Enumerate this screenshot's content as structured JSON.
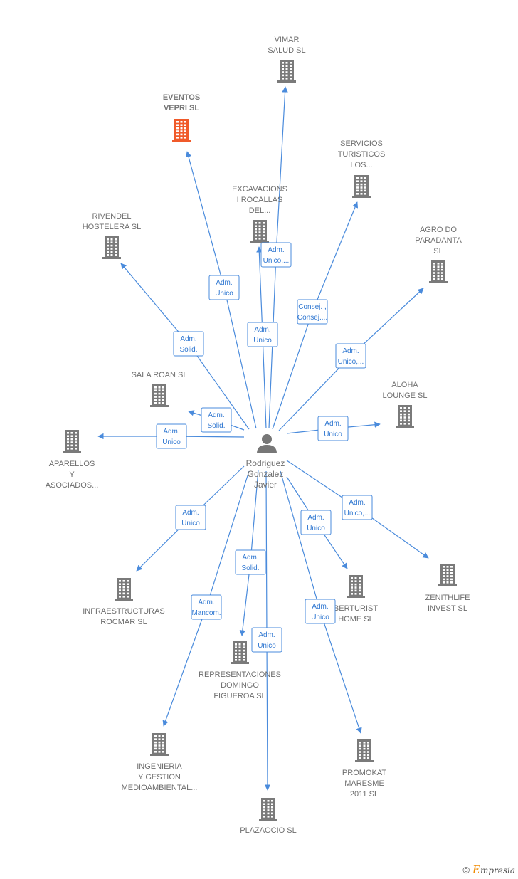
{
  "center": {
    "name_lines": [
      "Rodriguez",
      "Gonzalez",
      "Javier"
    ],
    "icon": "person-icon"
  },
  "colors": {
    "edge": "#4a8bdc",
    "building": "#7a7a7a",
    "highlight_building": "#f05a2a"
  },
  "nodes": [
    {
      "id": "vimar",
      "lines": [
        "VIMAR",
        "SALUD  SL"
      ],
      "highlight": false,
      "icon": "building-icon"
    },
    {
      "id": "eventos",
      "lines": [
        "EVENTOS",
        "VEPRI  SL"
      ],
      "highlight": true,
      "icon": "building-icon"
    },
    {
      "id": "servicios",
      "lines": [
        "SERVICIOS",
        "TURISTICOS",
        "LOS..."
      ],
      "highlight": false,
      "icon": "building-icon"
    },
    {
      "id": "excavacions",
      "lines": [
        "EXCAVACIONS",
        "I ROCALLAS",
        "DEL..."
      ],
      "highlight": false,
      "icon": "building-icon"
    },
    {
      "id": "rivendel",
      "lines": [
        "RIVENDEL",
        "HOSTELERA SL"
      ],
      "highlight": false,
      "icon": "building-icon"
    },
    {
      "id": "agro",
      "lines": [
        "AGRO DO",
        "PARADANTA",
        "SL"
      ],
      "highlight": false,
      "icon": "building-icon"
    },
    {
      "id": "salaroan",
      "lines": [
        "SALA ROAN  SL"
      ],
      "highlight": false,
      "icon": "building-icon"
    },
    {
      "id": "aloha",
      "lines": [
        "ALOHA",
        "LOUNGE  SL"
      ],
      "highlight": false,
      "icon": "building-icon"
    },
    {
      "id": "aparellos",
      "lines": [
        "APARELLOS",
        "Y",
        "ASOCIADOS..."
      ],
      "highlight": false,
      "icon": "building-icon"
    },
    {
      "id": "infra",
      "lines": [
        "INFRAESTRUCTURAS",
        "ROCMAR  SL"
      ],
      "highlight": false,
      "icon": "building-icon"
    },
    {
      "id": "berturist",
      "lines": [
        "BERTURIST",
        "HOME  SL"
      ],
      "highlight": false,
      "icon": "building-icon"
    },
    {
      "id": "zenithlife",
      "lines": [
        "ZENITHLIFE",
        "INVEST  SL"
      ],
      "highlight": false,
      "icon": "building-icon"
    },
    {
      "id": "representaciones",
      "lines": [
        "REPRESENTACIONES",
        "DOMINGO",
        "FIGUEROA  SL"
      ],
      "highlight": false,
      "icon": "building-icon"
    },
    {
      "id": "ingenieria",
      "lines": [
        "INGENIERIA",
        "Y GESTION",
        "MEDIOAMBIENTAL..."
      ],
      "highlight": false,
      "icon": "building-icon"
    },
    {
      "id": "promokat",
      "lines": [
        "PROMOKAT",
        "MARESME",
        "2011 SL"
      ],
      "highlight": false,
      "icon": "building-icon"
    },
    {
      "id": "plazaocio",
      "lines": [
        "PLAZAOCIO  SL"
      ],
      "highlight": false,
      "icon": "building-icon"
    }
  ],
  "edges": [
    {
      "target": "vimar",
      "label_lines": [
        "Adm.",
        "Unico,..."
      ]
    },
    {
      "target": "eventos",
      "label_lines": [
        "Adm.",
        "Unico"
      ]
    },
    {
      "target": "servicios",
      "label_lines": [
        "Consej. ,",
        "Consej...."
      ]
    },
    {
      "target": "excavacions",
      "label_lines": [
        "Adm.",
        "Unico"
      ]
    },
    {
      "target": "rivendel",
      "label_lines": [
        "Adm.",
        "Solid."
      ]
    },
    {
      "target": "agro",
      "label_lines": [
        "Adm.",
        "Unico,..."
      ]
    },
    {
      "target": "salaroan",
      "label_lines": [
        "Adm.",
        "Solid."
      ]
    },
    {
      "target": "aloha",
      "label_lines": [
        "Adm.",
        "Unico"
      ]
    },
    {
      "target": "aparellos",
      "label_lines": [
        "Adm.",
        "Unico"
      ]
    },
    {
      "target": "infra",
      "label_lines": [
        "Adm.",
        "Unico"
      ]
    },
    {
      "target": "berturist",
      "label_lines": [
        "Adm.",
        "Unico"
      ]
    },
    {
      "target": "zenithlife",
      "label_lines": [
        "Adm.",
        "Unico,..."
      ]
    },
    {
      "target": "representaciones",
      "label_lines": [
        "Adm.",
        "Solid."
      ]
    },
    {
      "target": "ingenieria",
      "label_lines": [
        "Adm.",
        "Mancom."
      ]
    },
    {
      "target": "promokat",
      "label_lines": [
        "Adm.",
        "Unico"
      ]
    },
    {
      "target": "plazaocio",
      "label_lines": [
        "Adm.",
        "Unico"
      ]
    }
  ],
  "footer": {
    "copyright": "©",
    "brand_first": "E",
    "brand_rest": "mpresia"
  }
}
